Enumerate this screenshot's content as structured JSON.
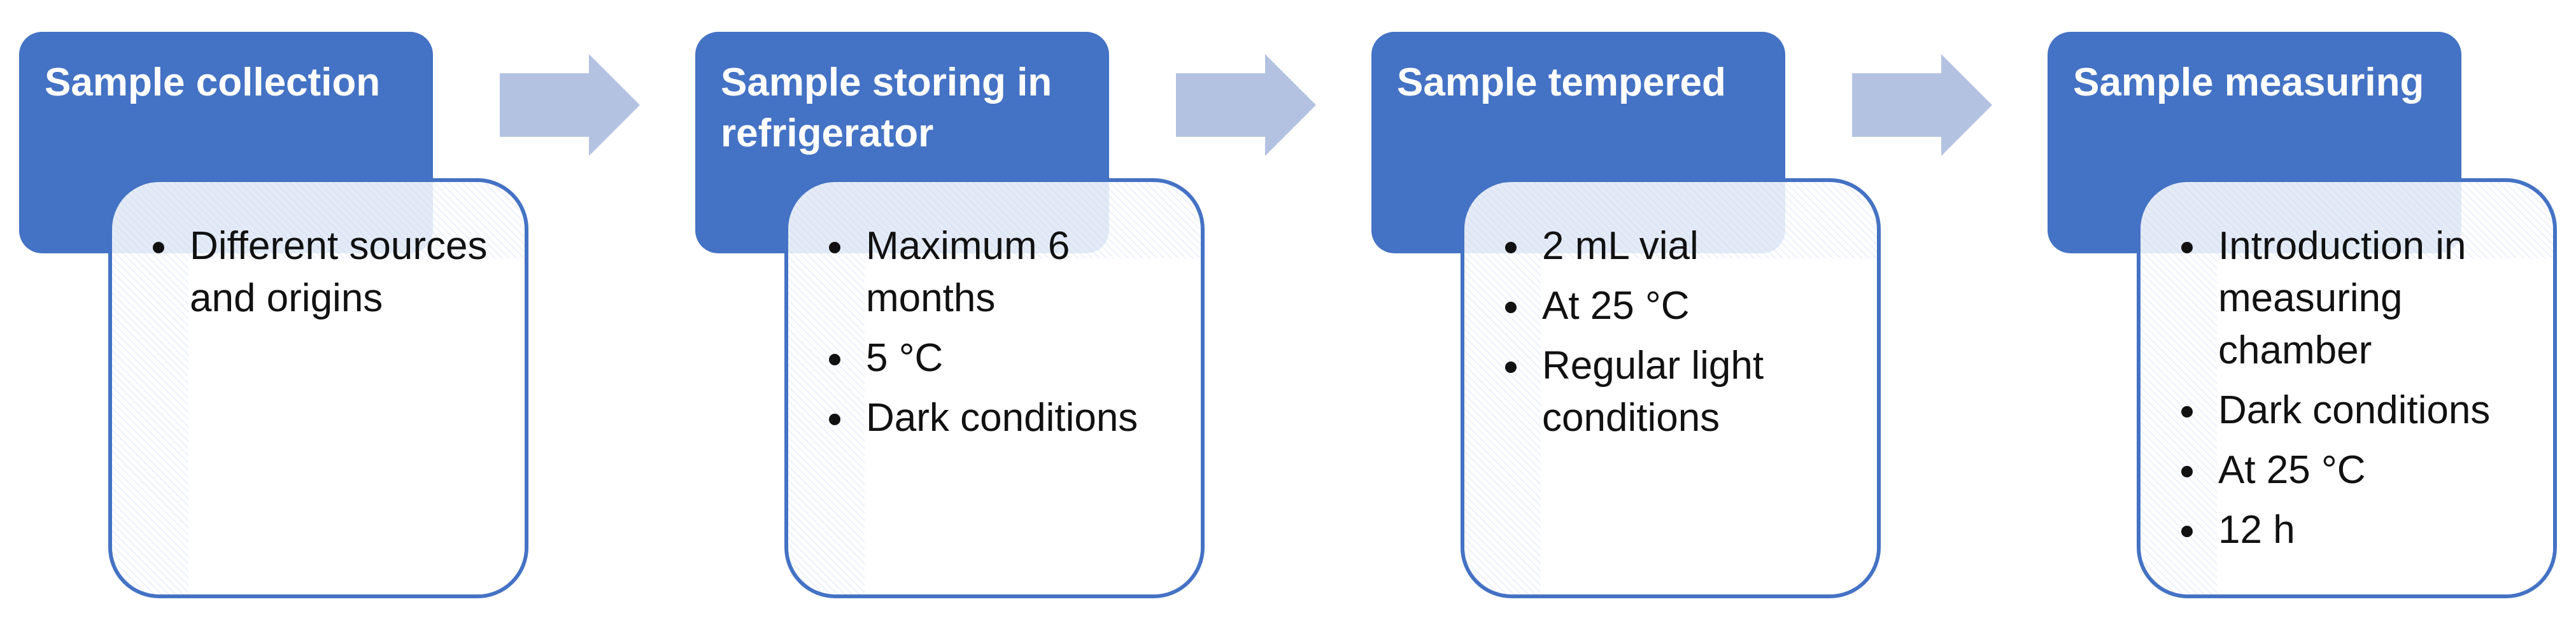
{
  "steps": [
    {
      "title": "Sample collection",
      "items": [
        "Different sources and origins"
      ]
    },
    {
      "title": "Sample storing in refrigerator",
      "items": [
        "Maximum 6 months",
        "5 °C",
        "Dark conditions"
      ]
    },
    {
      "title": "Sample tempered",
      "items": [
        "2 mL vial",
        "At 25 °C",
        "Regular light conditions"
      ]
    },
    {
      "title": "Sample measuring",
      "items": [
        "Introduction in measuring chamber",
        "Dark conditions",
        "At 25 °C",
        "12 h"
      ]
    }
  ],
  "colors": {
    "header_fill": "#4472c4",
    "arrow_fill": "#b4c2e2",
    "text": "#111111"
  }
}
